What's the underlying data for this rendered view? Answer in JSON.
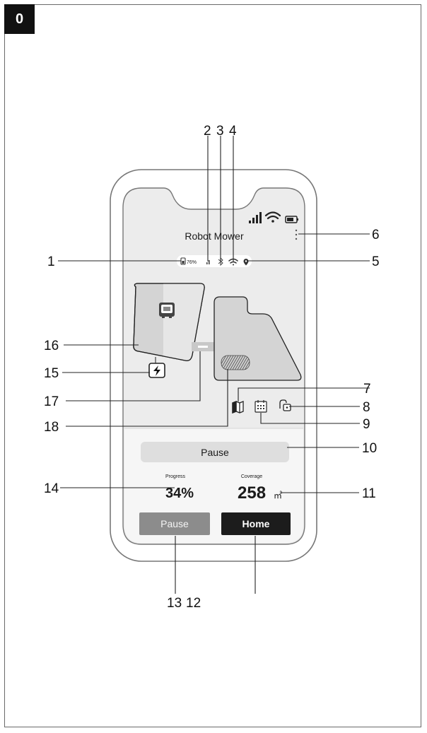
{
  "figure_number": "0",
  "app": {
    "title": "Robot Mower",
    "battery_percent": "76%",
    "primary_button": "Pause",
    "progress_label": "Progress",
    "progress_value": "34%",
    "coverage_label": "Coverage",
    "coverage_value": "258",
    "coverage_unit": "㎡",
    "pause_button": "Pause",
    "home_button": "Home"
  },
  "callouts": {
    "c1": "1",
    "c2": "2",
    "c3": "3",
    "c4": "4",
    "c5": "5",
    "c6": "6",
    "c7": "7",
    "c8": "8",
    "c9": "9",
    "c10": "10",
    "c11": "11",
    "c12": "12",
    "c13": "13",
    "c14": "14",
    "c15": "15",
    "c16": "16",
    "c17": "17",
    "c18": "18"
  },
  "colors": {
    "screen_bg": "#ececec",
    "map_bg": "#e3e3e3",
    "button_light": "#dedede",
    "button_pause": "#8c8c8c",
    "button_home": "#1c1c1c"
  }
}
